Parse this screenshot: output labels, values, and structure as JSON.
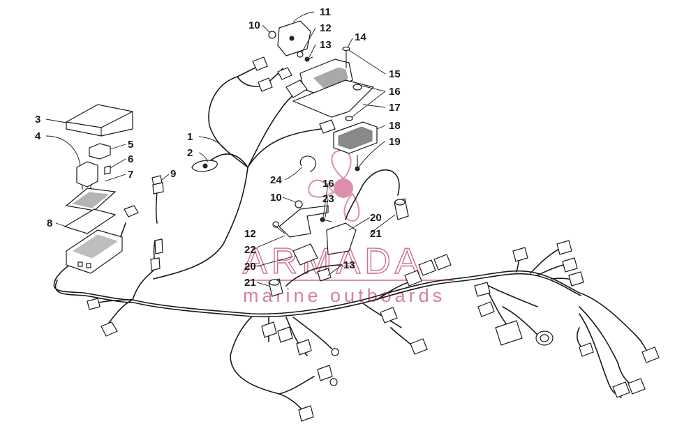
{
  "callouts": {
    "c1": "1",
    "c2": "2",
    "c3": "3",
    "c4": "4",
    "c5": "5",
    "c6": "6",
    "c7": "7",
    "c8": "8",
    "c9": "9",
    "c10a": "10",
    "c10b": "10",
    "c11": "11",
    "c12a": "12",
    "c12b": "12",
    "c13a": "13",
    "c13b": "13",
    "c14": "14",
    "c15": "15",
    "c16a": "16",
    "c16b": "16",
    "c17": "17",
    "c18": "18",
    "c19": "19",
    "c20a": "20",
    "c20b": "20",
    "c21a": "21",
    "c21b": "21",
    "c22": "22",
    "c23": "23",
    "c24": "24"
  },
  "watermark": {
    "brand": "ARMADA",
    "tagline": "marine outboards",
    "color": "#d06a92"
  }
}
